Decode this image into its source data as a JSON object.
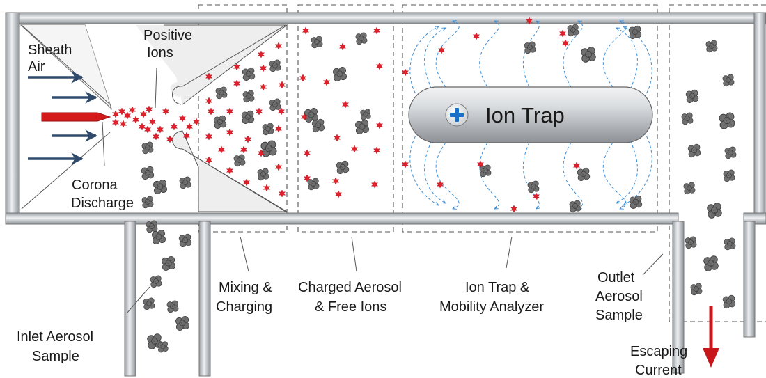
{
  "labels": {
    "sheath_air": [
      "Sheath",
      "Air"
    ],
    "positive_ions": [
      "Positive",
      "Ions"
    ],
    "corona_discharge": [
      "Corona",
      "Discharge"
    ],
    "mixing_charging": [
      "Mixing &",
      "Charging"
    ],
    "charged_aerosol": [
      "Charged Aerosol",
      "& Free Ions"
    ],
    "ion_trap_analyzer": [
      "Ion Trap &",
      "Mobility Analyzer"
    ],
    "outlet_sample": [
      "Outlet",
      "Aerosol",
      "Sample"
    ],
    "inlet_sample": [
      "Inlet Aerosol",
      "Sample"
    ],
    "escaping_current": [
      "Escaping",
      "Current"
    ],
    "ion_trap": "Ion Trap"
  },
  "colors": {
    "pipe": "#b9bec4",
    "pipe_dark": "#7f858c",
    "particle": "#6f6f6f",
    "ion": "#e0202a",
    "sheath_arrow": "#2f4a6b",
    "corona_arrow": "#d41a1a",
    "field_lines": "#3a8fd8"
  }
}
